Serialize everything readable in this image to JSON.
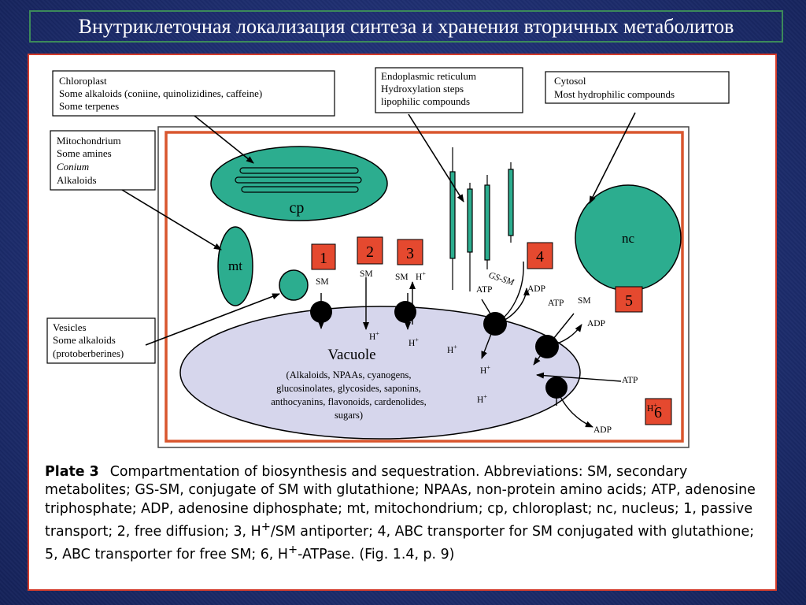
{
  "title": "Внутриклеточная локализация синтеза и хранения вторичных метаболитов",
  "boxes": {
    "chloroplast": [
      "Chloroplast",
      "Some alkaloids (coniine, quinolizidines, caffeine)",
      "Some terpenes"
    ],
    "mitochondrion": [
      "Mitochondrium",
      "Some amines",
      "Conium",
      "Alkaloids"
    ],
    "er": [
      "Endoplasmic reticulum",
      "Hydroxylation steps",
      "lipophilic compounds"
    ],
    "cytosol": [
      "Cytosol",
      "Most hydrophilic compounds"
    ],
    "vesicles": [
      "Vesicles",
      "Some alkaloids",
      "(protoberberines)"
    ]
  },
  "organelles": {
    "cp": "cp",
    "mt": "mt",
    "nc": "nc"
  },
  "vacuole": {
    "label": "Vacuole",
    "contents": [
      "(Alkaloids, NPAAs, cyanogens,",
      "glucosinolates, glycosides, saponins,",
      "anthocyanins, flavonoids, cardenolides,",
      "sugars)"
    ]
  },
  "markers": [
    "1",
    "2",
    "3",
    "4",
    "5",
    "6"
  ],
  "labels": {
    "sm": "SM",
    "gssm": "GS-SM",
    "atp": "ATP",
    "adp": "ADP",
    "h": "H",
    "plus": "+"
  },
  "caption": {
    "label": "Plate 3",
    "text": "Compartmentation of biosynthesis and sequestration. Abbreviations: SM, secondary metabolites; GS-SM, conjugate of SM with glutathione; NPAAs, non-protein amino acids; ATP, adenosine triphosphate; ADP, adenosine diphosphate; mt, mitochondrium; cp, chloroplast; nc, nucleus; 1, passive transport; 2, free diffusion; 3, H",
    "sup1": "+",
    "text2": "/SM antiporter; 4, ABC transporter for SM conjugated with glutathione; 5, ABC transporter for free SM; 6, H",
    "sup2": "+",
    "text3": "-ATPase. (Fig. 1.4, p. 9)"
  },
  "colors": {
    "organelle": "#2cad8f",
    "marker": "#e5492f",
    "vacuole": "#d6d6ec",
    "cell_wall": "#d9562e"
  }
}
